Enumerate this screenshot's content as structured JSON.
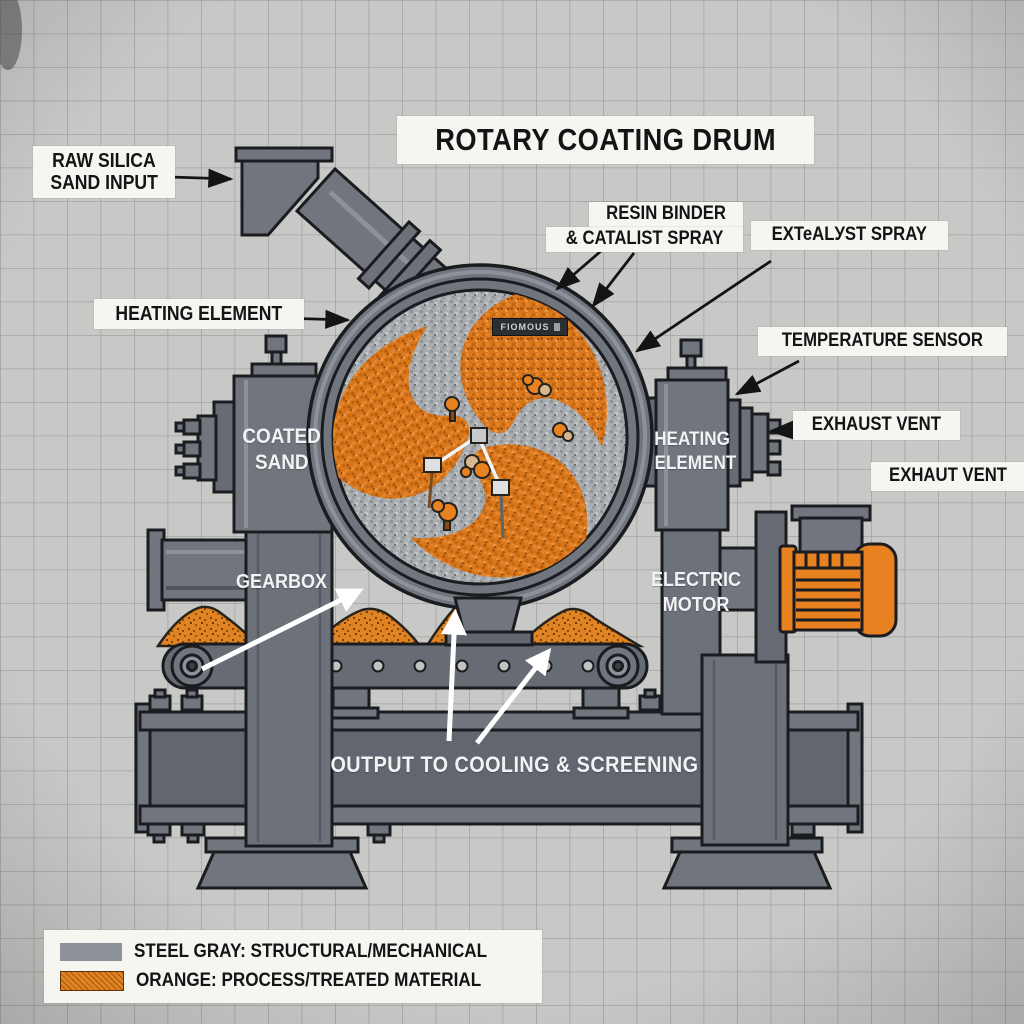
{
  "title": {
    "text": "ROTARY COATING DRUM"
  },
  "callouts": {
    "raw_silica": {
      "line1": "RAW SILICA",
      "line2": "SAND INPUT"
    },
    "heating_element_left": {
      "text": "HEATING ELEMENT"
    },
    "resin_binder": {
      "line1": "RESIN BINDER",
      "line2": "& CATALIST SPRAY"
    },
    "catalyst_spray": {
      "text": "EXTeALУST SPRAY"
    },
    "temperature_sensor": {
      "text": "TEMPERATURE SENSOR"
    },
    "exhaust_vent": {
      "text": "EXHAUST VENT"
    },
    "exhaut_vent": {
      "text": "EXHAUT VENT"
    }
  },
  "machine_labels": {
    "coated_sand": {
      "line1": "COATED",
      "line2": "SAND"
    },
    "heating_element_right": {
      "line1": "HEATING",
      "line2": "ELEMENT"
    },
    "gearbox": {
      "text": "GEARBOX"
    },
    "electric_motor": {
      "line1": "ELECTRIC",
      "line2": "MOTOR"
    },
    "output": {
      "text": "OUTPUT TO COOLING & SCREENING"
    },
    "drum_badge": {
      "text": "FIOMOUS"
    }
  },
  "legend": {
    "items": [
      {
        "name": "steel-gray",
        "text": "STEEL GRAY: STRUCTURAL/MECHANICAL"
      },
      {
        "name": "orange",
        "text": "ORANGE: PROCESS/TREATED MATERIAL"
      }
    ]
  },
  "colors": {
    "steel_gray": "#71767e",
    "steel_light": "#8d929a",
    "steel_mid": "#62676f",
    "steel_dark": "#51565e",
    "outline": "#1a1c1f",
    "process_orange": "#e8811f",
    "paper": "#c8c9c7",
    "grid_line": "#a2a3a1",
    "label_bg": "#f5f5f2",
    "label_text": "#141414"
  }
}
